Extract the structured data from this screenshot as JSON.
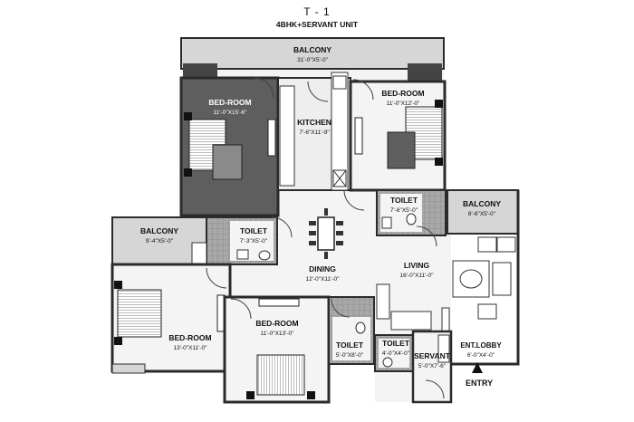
{
  "header": {
    "title": "T - 1",
    "subtitle": "4BHK+SERVANT UNIT"
  },
  "rooms": [
    {
      "id": "balcony-top",
      "name": "BALCONY",
      "dim": "31'-0\"X5'-0\""
    },
    {
      "id": "bedroom-nw",
      "name": "BED-ROOM",
      "dim": "11'-0\"X15'-6\""
    },
    {
      "id": "kitchen",
      "name": "KITCHEN",
      "dim": "7'-6\"X11'-9\""
    },
    {
      "id": "bedroom-ne",
      "name": "BED-ROOM",
      "dim": "11'-0\"X12'-0\""
    },
    {
      "id": "toilet-ne",
      "name": "TOILET",
      "dim": "7'-6\"X5'-0\""
    },
    {
      "id": "balcony-east",
      "name": "BALCONY",
      "dim": "8'-6\"X5'-0\""
    },
    {
      "id": "balcony-west",
      "name": "BALCONY",
      "dim": "9'-4\"X5'-0\""
    },
    {
      "id": "toilet-w",
      "name": "TOILET",
      "dim": "7'-3\"X5'-0\""
    },
    {
      "id": "dining",
      "name": "DINING",
      "dim": "12'-0\"X11'-0\""
    },
    {
      "id": "living",
      "name": "LIVING",
      "dim": "16'-0\"X11'-0\""
    },
    {
      "id": "bedroom-sw",
      "name": "BED-ROOM",
      "dim": "13'-0\"X11'-0\""
    },
    {
      "id": "bedroom-s",
      "name": "BED-ROOM",
      "dim": "11'-0\"X13'-0\""
    },
    {
      "id": "toilet-s",
      "name": "TOILET",
      "dim": "5'-0\"X8'-0\""
    },
    {
      "id": "toilet-servant",
      "name": "TOILET",
      "dim": "4'-0\"X4'-0\""
    },
    {
      "id": "servant",
      "name": "SERVANT",
      "dim": "5'-0\"X7'-6\""
    },
    {
      "id": "ent-lobby",
      "name": "ENT.LOBBY",
      "dim": "6'-0\"X4'-0\""
    }
  ],
  "entry_label": "ENTRY",
  "colors": {
    "wall": "#2b2b2b",
    "dark_room": "#5e5e5e",
    "balcony": "#d6d6d6",
    "tile": "#9a9a9a",
    "floor": "#f4f4f4"
  }
}
